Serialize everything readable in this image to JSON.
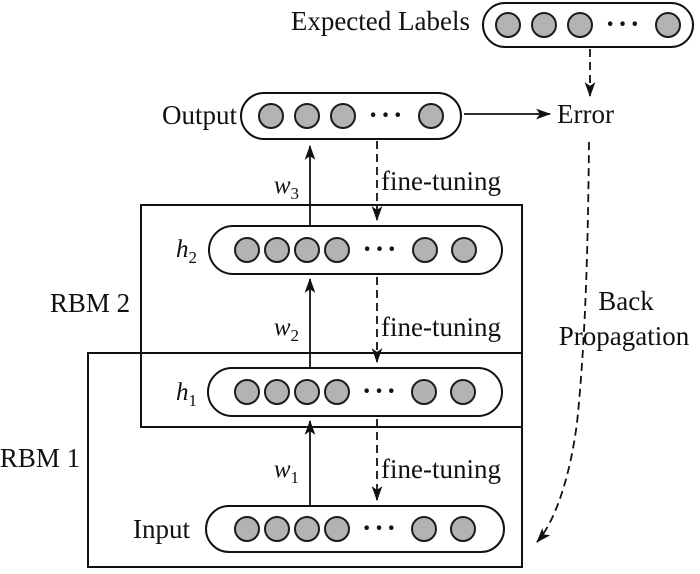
{
  "colors": {
    "node_fill": "#b3b3b3",
    "line": "#111111",
    "background": "#ffffff"
  },
  "expected_labels": {
    "label": "Expected Labels",
    "nodes": {
      "before": 3,
      "after": 1,
      "ellipsis": "···"
    }
  },
  "output": {
    "label": "Output",
    "nodes": {
      "before": 3,
      "after": 1,
      "ellipsis": "···"
    }
  },
  "error": {
    "label": "Error"
  },
  "back_propagation": {
    "line1": "Back",
    "line2": "Propagation"
  },
  "rbm2": {
    "label": "RBM 2"
  },
  "rbm1": {
    "label": "RBM 1"
  },
  "h2": {
    "base": "h",
    "sub": "2",
    "nodes": {
      "before": 4,
      "after": 2,
      "ellipsis": "···"
    }
  },
  "h1": {
    "base": "h",
    "sub": "1",
    "nodes": {
      "before": 4,
      "after": 2,
      "ellipsis": "···"
    }
  },
  "input": {
    "label": "Input",
    "nodes": {
      "before": 4,
      "after": 2,
      "ellipsis": "···"
    }
  },
  "weights": {
    "w3": {
      "base": "w",
      "sub": "3"
    },
    "w2": {
      "base": "w",
      "sub": "2"
    },
    "w1": {
      "base": "w",
      "sub": "1"
    }
  },
  "fine_tuning": {
    "label": "fine-tuning"
  }
}
